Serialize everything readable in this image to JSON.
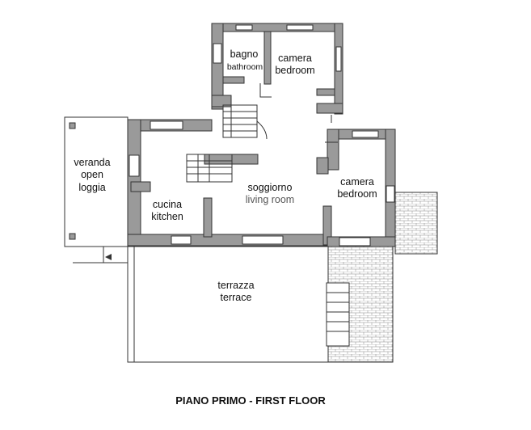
{
  "rooms": {
    "bathroom": {
      "line1": "bagno",
      "line2": "bathroom"
    },
    "bedroom_north": {
      "line1": "camera",
      "line2": "bedroom"
    },
    "bedroom_east": {
      "line1": "camera",
      "line2": "bedroom"
    },
    "living": {
      "line1": "soggiorno",
      "line2": "living room"
    },
    "kitchen": {
      "line1": "cucina",
      "line2": "kitchen"
    },
    "veranda": {
      "line1": "veranda",
      "line2": "open",
      "line3": "loggia"
    },
    "terrace": {
      "line1": "terrazza",
      "line2": "terrace"
    }
  },
  "footer": {
    "title": "PIANO PRIMO - FIRST FLOOR"
  },
  "colors": {
    "wall": "#9a9a9a",
    "line": "#333333",
    "background": "#ffffff"
  }
}
